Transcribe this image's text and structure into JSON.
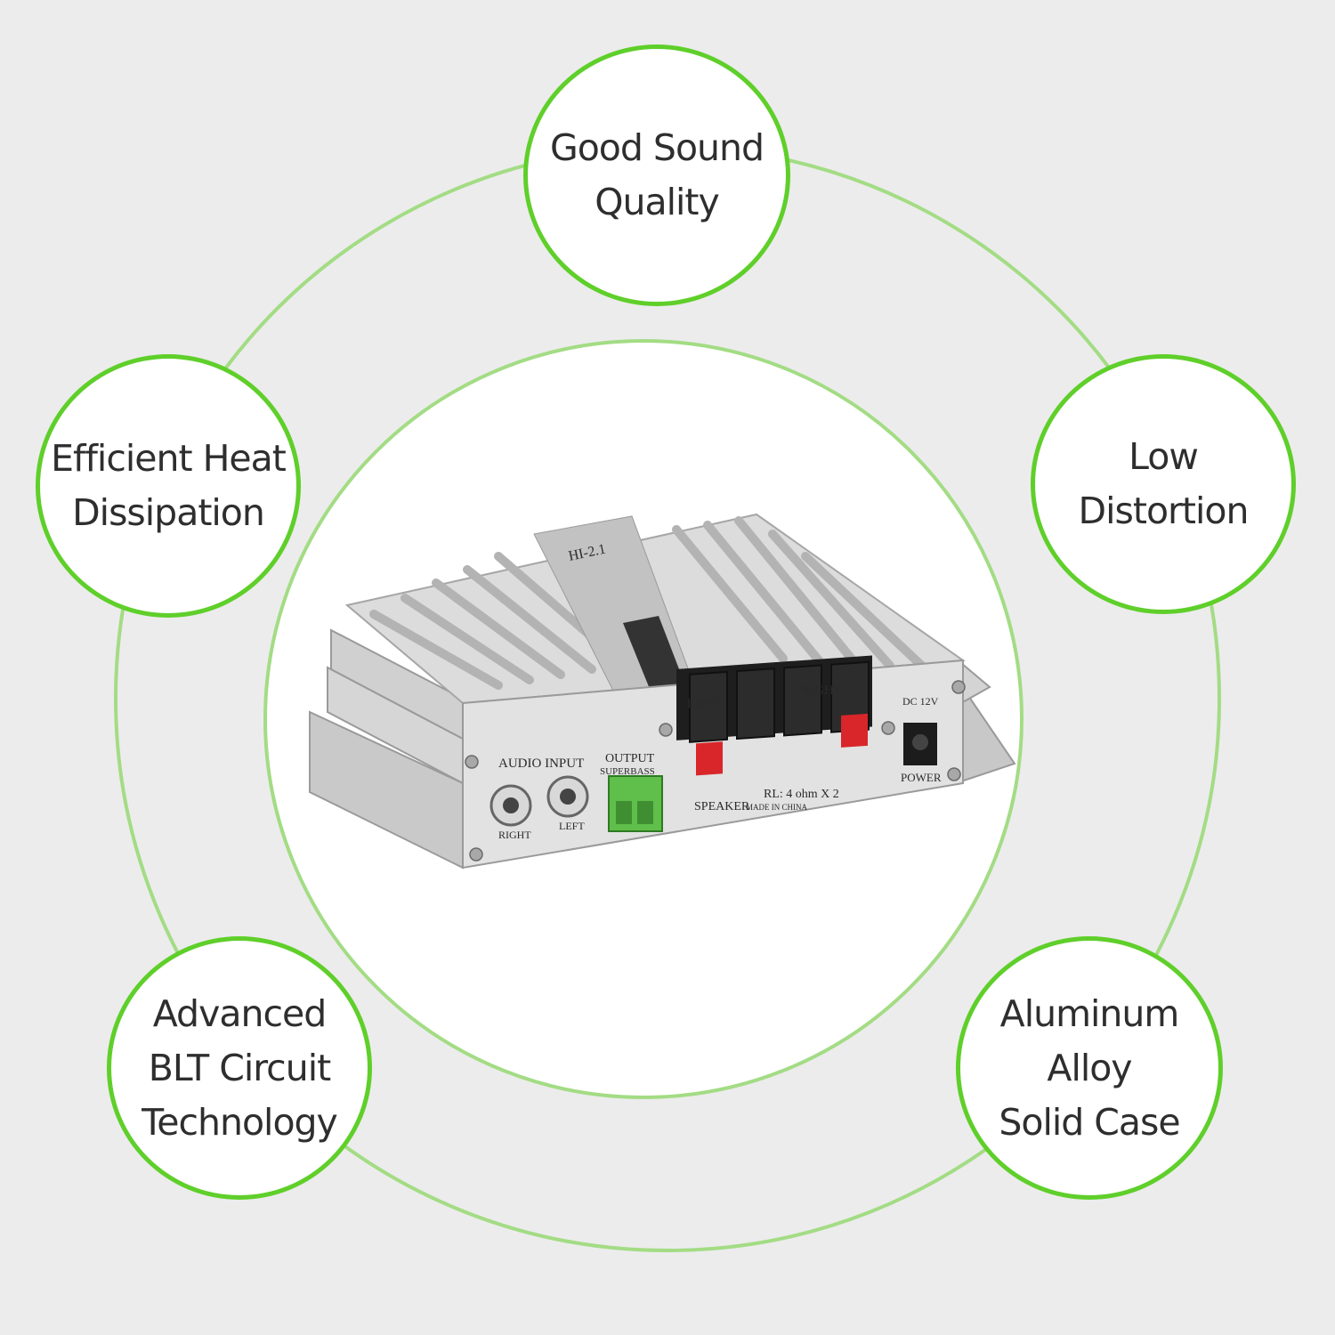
{
  "colors": {
    "background": "#ececec",
    "ring": "#9fdc7e",
    "circle_border": "#5fcf2a",
    "circle_fill": "#ffffff",
    "text": "#2e2e2e"
  },
  "features": [
    {
      "id": "good-sound-quality",
      "lines": [
        "Good Sound",
        "Quality"
      ]
    },
    {
      "id": "efficient-heat-dissipation",
      "lines": [
        "Efficient Heat",
        "Dissipation"
      ]
    },
    {
      "id": "low-distortion",
      "lines": [
        "Low",
        "Distortion"
      ]
    },
    {
      "id": "advanced-blt-circuit-technology",
      "lines": [
        "Advanced",
        "BLT Circuit",
        "Technology"
      ]
    },
    {
      "id": "aluminum-alloy-solid-case",
      "lines": [
        "Aluminum",
        "Alloy",
        "Solid Case"
      ]
    }
  ],
  "product_labels": {
    "model": "HI-2.1",
    "left": "LEFT",
    "right": "RIGHT",
    "dc": "DC 12V",
    "audio_input": "AUDIO INPUT",
    "output": "OUTPUT",
    "superbass": "SUPERBASS",
    "speaker": "SPEAKER",
    "rl": "RL: 4 ohm X 2",
    "made_in": "MADE IN CHINA",
    "power": "POWER",
    "rca_right": "RIGHT",
    "rca_left": "LEFT"
  }
}
